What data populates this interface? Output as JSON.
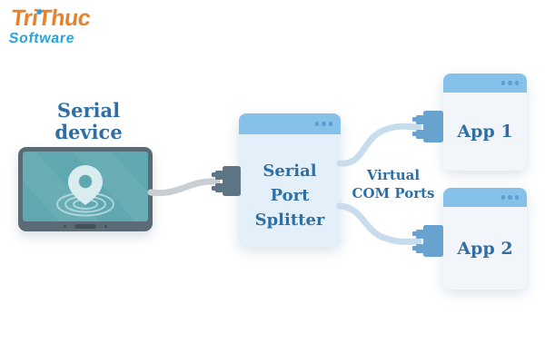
{
  "logo": {
    "name": "TriThuc",
    "subtitle": "Software"
  },
  "device": {
    "label_line1": "Serial",
    "label_line2": "device"
  },
  "splitter": {
    "title_line1": "Serial",
    "title_line2": "Port",
    "title_line3": "Splitter"
  },
  "connection": {
    "label_line1": "Virtual",
    "label_line2": "COM Ports"
  },
  "apps": [
    {
      "label": "App 1"
    },
    {
      "label": "App 2"
    }
  ],
  "icons": {
    "window_dots": "window-control-dots",
    "location_pin": "location-pin-icon",
    "serial_plug": "serial-connector-plug-icon",
    "home_button": "tablet-home-button"
  },
  "colors": {
    "logo_orange": "#E8812B",
    "logo_blue": "#2AA4DE",
    "text_blue": "#2F6FA3",
    "window_header": "#86C1EA",
    "header_dots": "#5E9ED2",
    "splitter_body": "#E3F0FA",
    "app_body": "#F2F6FA",
    "cable_gray": "#C9CED2",
    "plug_gray": "#5D7584",
    "cable_blue": "#C7DDEE",
    "plug_blue": "#68A2CF",
    "device_frame": "#5B6B75",
    "device_screen": "#60A8B0"
  }
}
